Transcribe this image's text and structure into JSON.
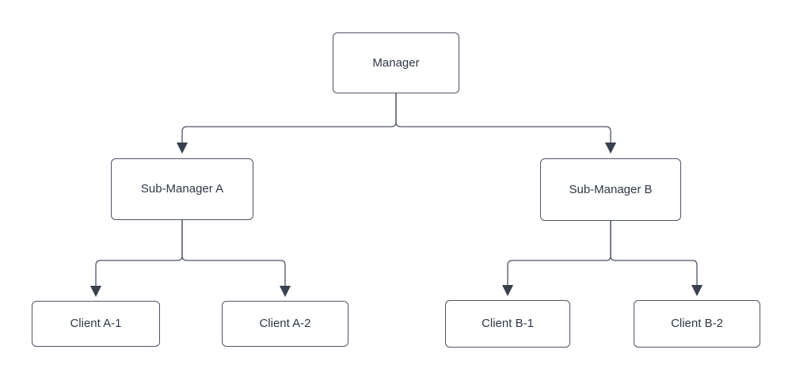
{
  "diagram": {
    "type": "org-chart",
    "colors": {
      "background": "#ffffff",
      "node_fill": "#ffffff",
      "node_border": "#4c5565",
      "connector": "#4c5565",
      "arrowhead": "#39404e",
      "text": "#2f3744"
    },
    "nodes": [
      {
        "id": "manager",
        "label": "Manager"
      },
      {
        "id": "sub-manager-a",
        "label": "Sub-Manager A"
      },
      {
        "id": "sub-manager-b",
        "label": "Sub-Manager B"
      },
      {
        "id": "client-a1",
        "label": "Client A-1"
      },
      {
        "id": "client-a2",
        "label": "Client A-2"
      },
      {
        "id": "client-b1",
        "label": "Client B-1"
      },
      {
        "id": "client-b2",
        "label": "Client B-2"
      }
    ],
    "edges": [
      {
        "from": "Manager",
        "to": "Sub-Manager A"
      },
      {
        "from": "Manager",
        "to": "Sub-Manager B"
      },
      {
        "from": "Sub-Manager A",
        "to": "Client A-1"
      },
      {
        "from": "Sub-Manager A",
        "to": "Client A-2"
      },
      {
        "from": "Sub-Manager B",
        "to": "Client B-1"
      },
      {
        "from": "Sub-Manager B",
        "to": "Client B-2"
      }
    ]
  }
}
